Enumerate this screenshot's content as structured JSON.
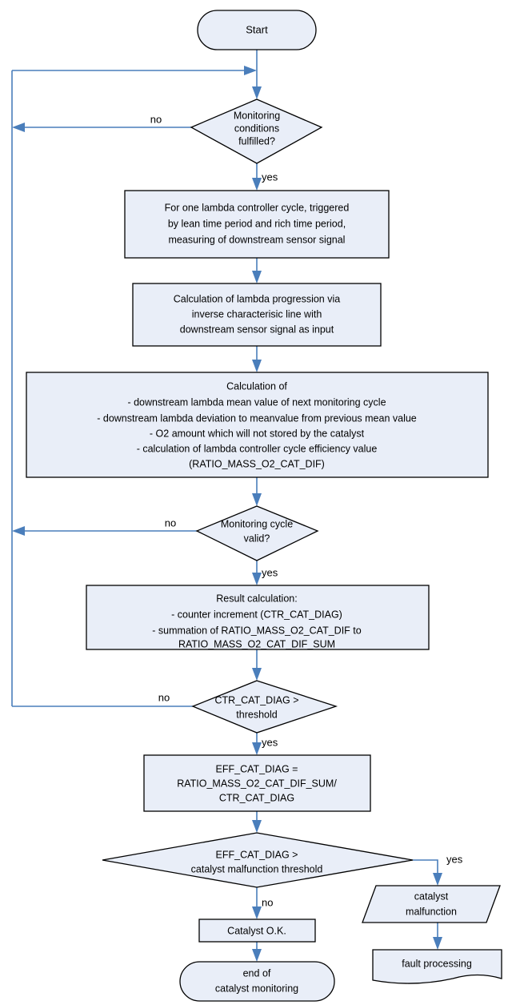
{
  "diagram": {
    "title": "Catalyst monitoring flowchart",
    "colors": {
      "node_fill": "#e9eef8",
      "node_stroke": "#000000",
      "edge": "#4a7ebb",
      "background": "#ffffff"
    },
    "nodes": {
      "start": {
        "shape": "terminator",
        "label": "Start"
      },
      "dec_monitoring_conditions": {
        "shape": "decision",
        "line1": "Monitoring",
        "line2": "conditions",
        "line3": "fulfilled?"
      },
      "proc_measure": {
        "shape": "process",
        "line1": "For one lambda controller cycle, triggered",
        "line2": "by lean time period and rich time period,",
        "line3": "measuring of downstream sensor signal"
      },
      "proc_lambda_progression": {
        "shape": "process",
        "line1": "Calculation of lambda progression via",
        "line2": "inverse characterisic line with",
        "line3": "downstream sensor signal as input"
      },
      "proc_calculation_of": {
        "shape": "process",
        "line1": "Calculation of",
        "line2": "- downstream lambda mean value of next monitoring cycle",
        "line3": "- downstream lambda deviation to meanvalue from previous mean value",
        "line4": "- O2 amount which will not stored by the catalyst",
        "line5": "- calculation of lambda controller cycle efficiency value",
        "line6": "(RATIO_MASS_O2_CAT_DIF)"
      },
      "dec_cycle_valid": {
        "shape": "decision",
        "line1": "Monitoring cycle",
        "line2": "valid?"
      },
      "proc_result_calculation": {
        "shape": "process",
        "line1": "Result calculation:",
        "line2": "- counter increment (CTR_CAT_DIAG)",
        "line3": "- summation of RATIO_MASS_O2_CAT_DIF to",
        "line4": "RATIO_MASS_O2_CAT_DIF_SUM"
      },
      "dec_ctr_threshold": {
        "shape": "decision",
        "line1": "CTR_CAT_DIAG >",
        "line2": "threshold"
      },
      "proc_eff_cat_diag": {
        "shape": "process",
        "line1": "EFF_CAT_DIAG =",
        "line2": "RATIO_MASS_O2_CAT_DIF_SUM/",
        "line3": "CTR_CAT_DIAG"
      },
      "dec_malfunction": {
        "shape": "decision",
        "line1": "EFF_CAT_DIAG >",
        "line2": "catalyst malfunction threshold"
      },
      "proc_catalyst_ok": {
        "shape": "process",
        "label": "Catalyst O.K."
      },
      "end_monitoring": {
        "shape": "terminator",
        "line1": "end of",
        "line2": "catalyst monitoring"
      },
      "io_catalyst_malfunction": {
        "shape": "parallelogram",
        "line1": "catalyst",
        "line2": "malfunction"
      },
      "doc_fault_processing": {
        "shape": "document",
        "label": "fault processing"
      }
    },
    "edge_labels": {
      "conditions_no": "no",
      "conditions_yes": "yes",
      "cycle_valid_no": "no",
      "cycle_valid_yes": "yes",
      "ctr_no": "no",
      "ctr_yes": "yes",
      "malfunction_no": "no",
      "malfunction_yes": "yes"
    }
  }
}
